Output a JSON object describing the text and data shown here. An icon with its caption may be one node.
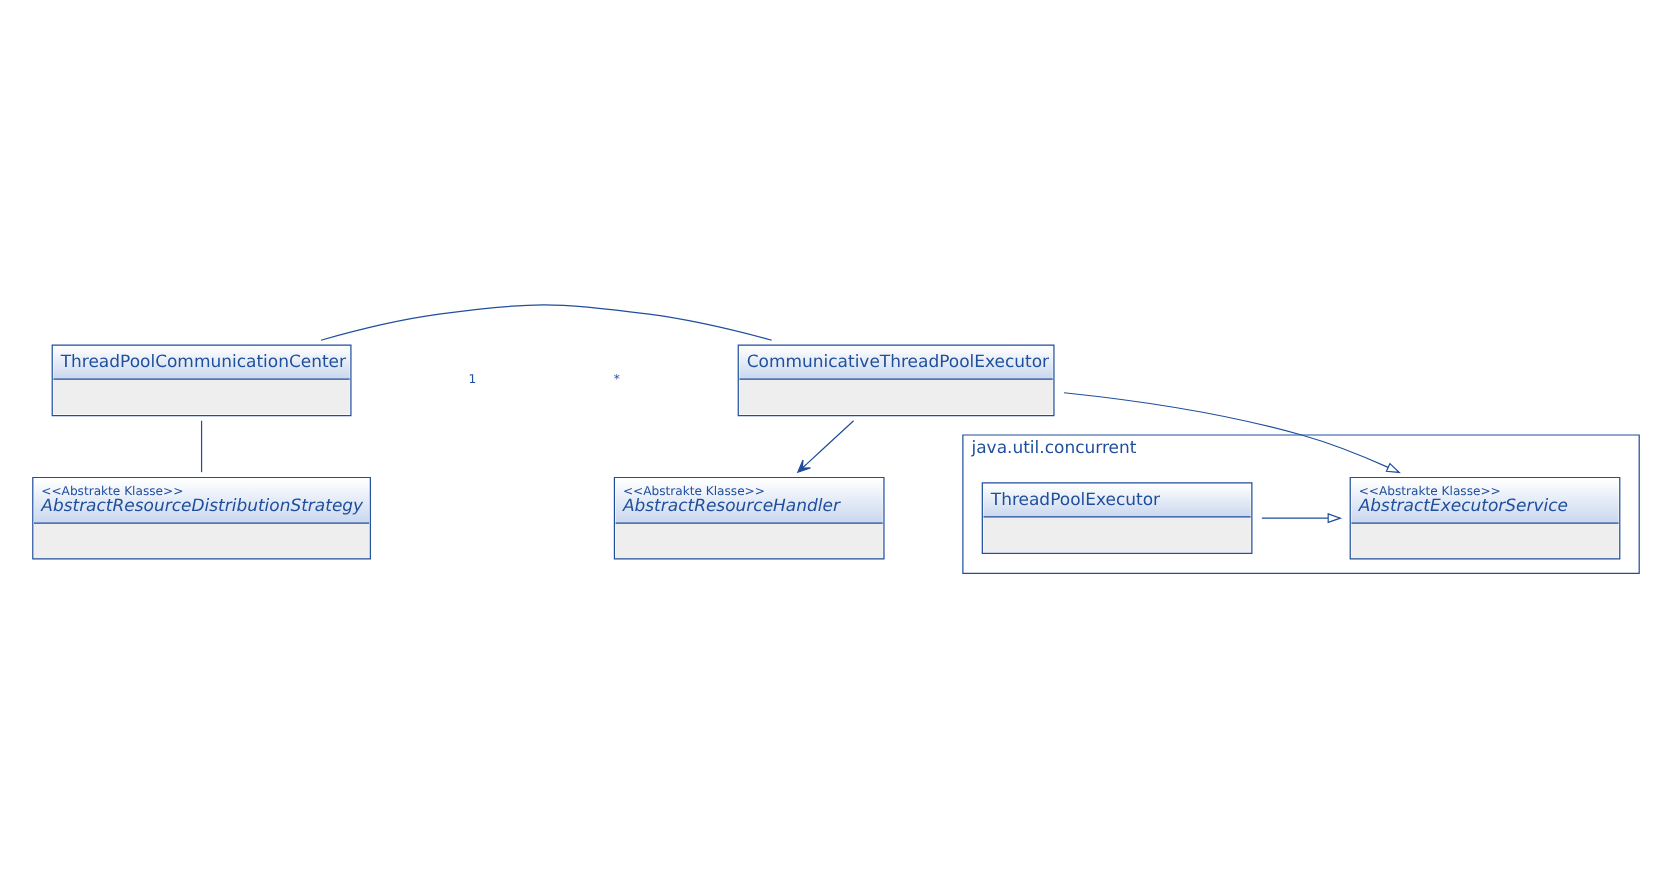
{
  "diagram": {
    "nodes": [
      {
        "text": [
          "java.util.concurrent"
        ]
      },
      {
        "text": [
          "ThreadPoolExecutor"
        ],
        "in": 0
      },
      {
        "text": [
          "<<Abstrakte Klasse>>",
          "AbstractExecutorService"
        ],
        "in": 0
      },
      {
        "text": [
          "ThreadPoolCommunicationCenter"
        ]
      },
      {
        "text": [
          "CommunicativeThreadPoolExecutor"
        ]
      },
      {
        "text": [
          "<<Abstrakte Klasse>>",
          "AbstractResourceDistributionStrategy"
        ]
      },
      {
        "text": [
          "<<Abstrakte Klasse>>",
          "AbstractResourceHandler"
        ]
      }
    ],
    "edges": [
      {
        "from": 1,
        "to": 2,
        "arrow": "to"
      },
      {
        "from": 4,
        "to": 2,
        "arrow": "to"
      },
      {
        "from": 3,
        "to": 4,
        "arrow": "none"
      },
      {
        "from": 3,
        "to": 5,
        "arrow": "none"
      },
      {
        "from": 4,
        "to": 6,
        "arrow": "to"
      }
    ],
    "labels": [
      "1",
      "*"
    ]
  }
}
